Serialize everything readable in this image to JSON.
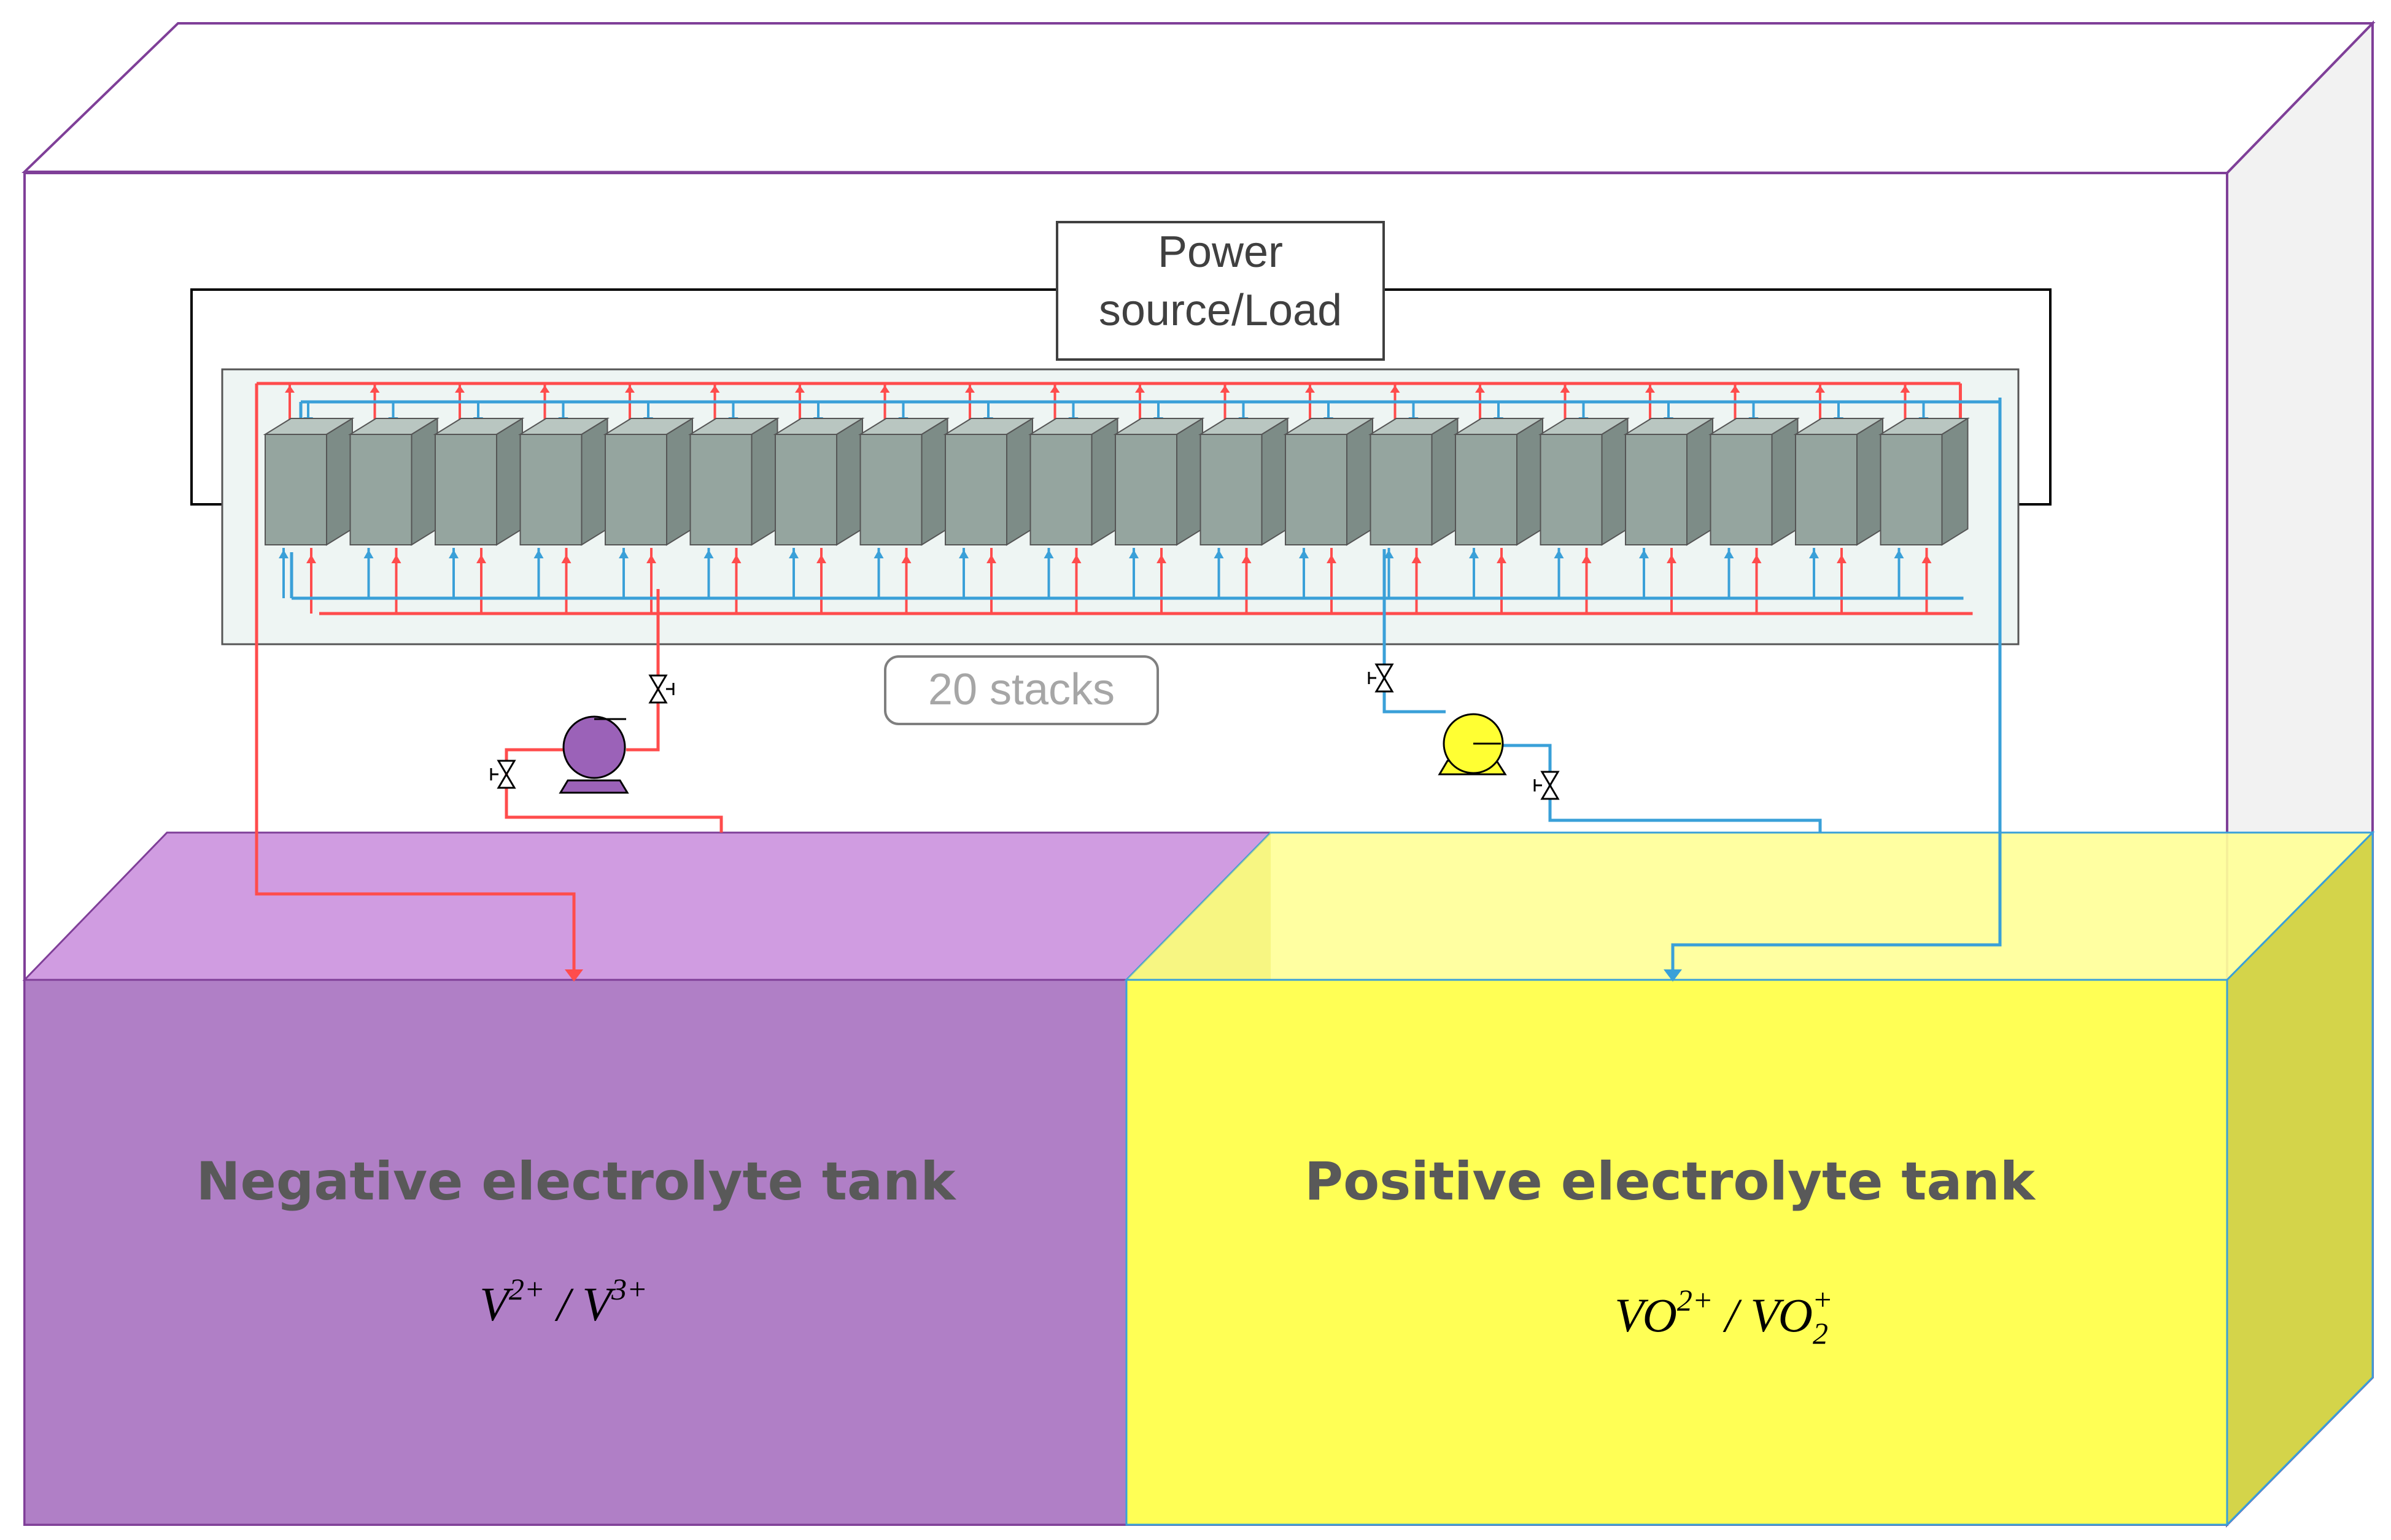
{
  "power_source": {
    "line1": "Power",
    "line2": "source/Load"
  },
  "stacks_label": "20 stacks",
  "stack_count": 20,
  "negative_tank": {
    "title": "Negative electrolyte tank",
    "formula_left": "V",
    "formula_left_sup": "2+",
    "formula_sep": " / ",
    "formula_right": "V",
    "formula_right_sup": "3+"
  },
  "positive_tank": {
    "title": "Positive electrolyte tank",
    "formula_left": "VO",
    "formula_left_sup": "2+",
    "formula_sep": " / ",
    "formula_right": "VO",
    "formula_right_sub": "2",
    "formula_right_sup": "+"
  },
  "colors": {
    "outer_frame": "#7f3f98",
    "negative_tank_front": "#b07fc6",
    "negative_tank_top": "#d09ce1",
    "positive_tank_front": "#ffff55",
    "positive_tank_top": "#ffff99",
    "positive_tank_side": "#d4d44a",
    "stack_gray": "#95a59f",
    "red_pipe": "#ff4c4c",
    "blue_pipe": "#3aa0d8",
    "panel_bg": "#eef5f3",
    "negative_pump": "#9b62b8",
    "positive_pump": "#ffff33"
  }
}
